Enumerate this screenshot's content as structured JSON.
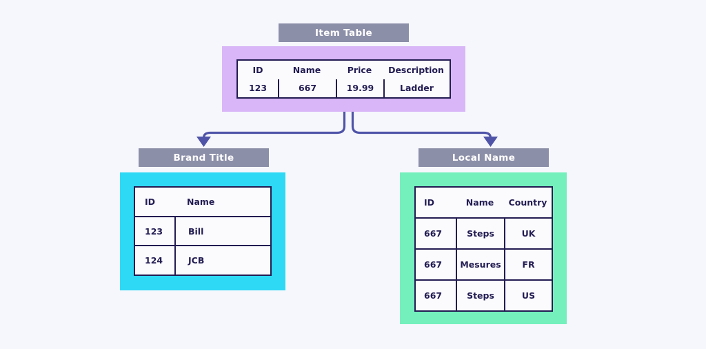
{
  "theme": {
    "background": "#f6f7fc",
    "title_bar_bg": "#8c8fa8",
    "title_bar_text": "#ffffff",
    "panel_purple": "#d9b6f7",
    "panel_cyan": "#2ed9f5",
    "panel_green": "#74f0bd",
    "table_border": "#221c52",
    "table_fill": "#fbfbfe",
    "connector": "#4f54a8"
  },
  "diagram": {
    "type": "entity-relationship-split",
    "parent": {
      "title": "Item Table",
      "columns": [
        "ID",
        "Name",
        "Price",
        "Description"
      ],
      "rows": [
        [
          "123",
          "667",
          "19.99",
          "Ladder"
        ]
      ]
    },
    "children": [
      {
        "title": "Brand Title",
        "columns": [
          "ID",
          "Name"
        ],
        "rows": [
          [
            "123",
            "Bill"
          ],
          [
            "124",
            "JCB"
          ]
        ]
      },
      {
        "title": "Local Name",
        "columns": [
          "ID",
          "Name",
          "Country"
        ],
        "rows": [
          [
            "667",
            "Steps",
            "UK"
          ],
          [
            "667",
            "Mesures",
            "FR"
          ],
          [
            "667",
            "Steps",
            "US"
          ]
        ]
      }
    ],
    "connectors": [
      {
        "name": "parent-to-brand-title",
        "from": "Item Table",
        "to": "Brand Title",
        "arrow": "down"
      },
      {
        "name": "parent-to-local-name",
        "from": "Item Table",
        "to": "Local Name",
        "arrow": "down"
      }
    ]
  }
}
